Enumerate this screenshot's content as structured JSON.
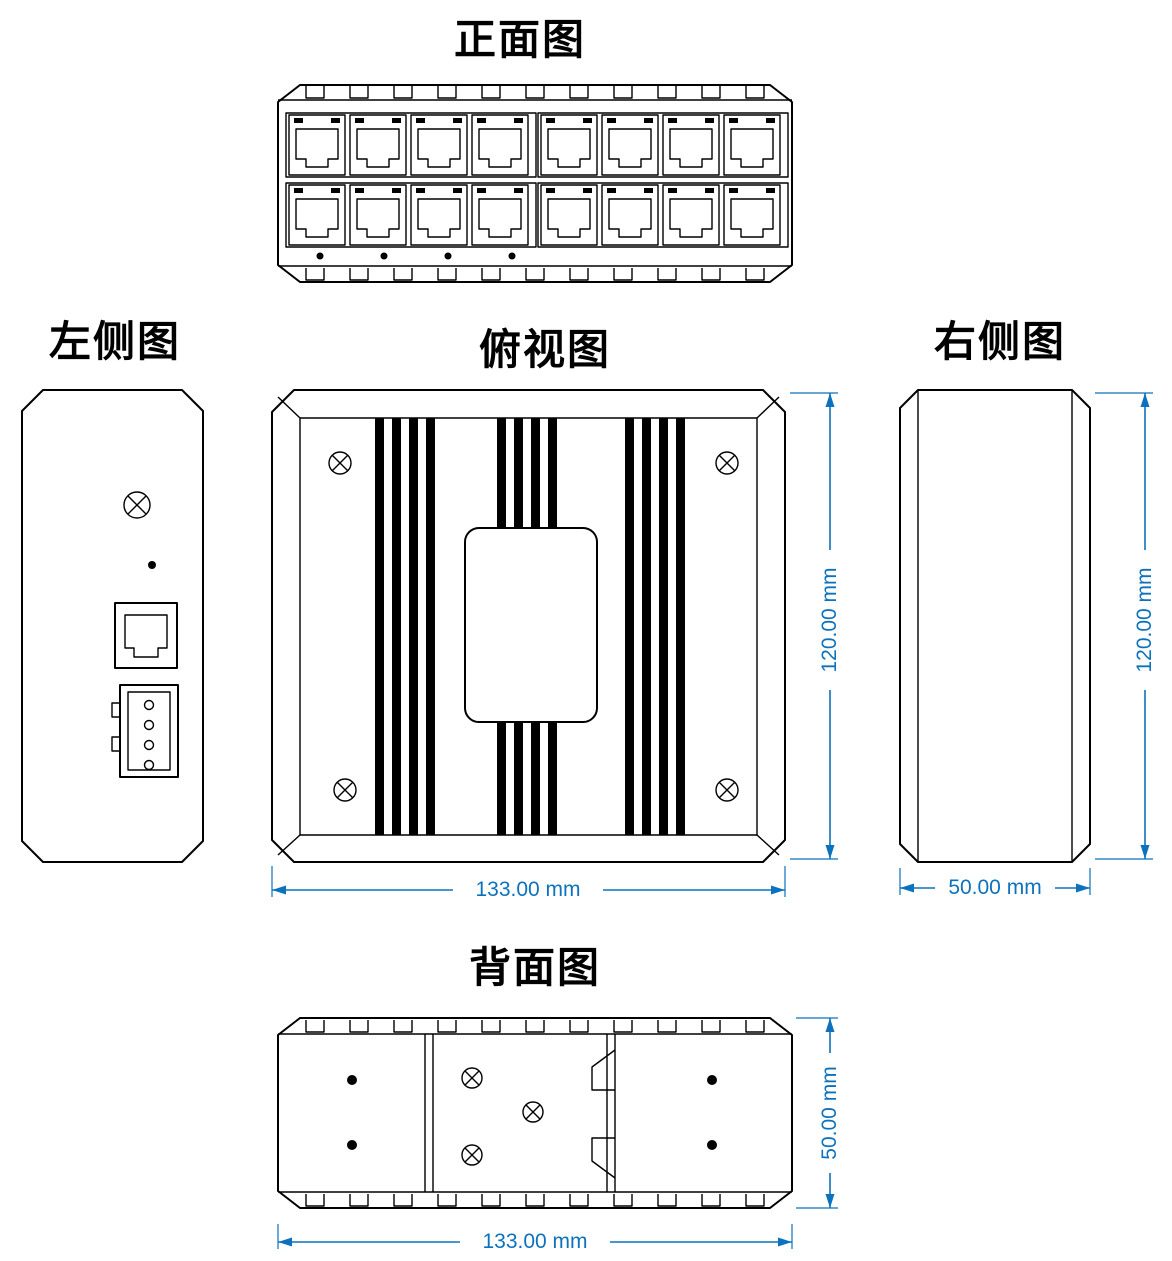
{
  "colors": {
    "line": "#000000",
    "dimension": "#0D72BD"
  },
  "views": {
    "front": {
      "title": "正面图"
    },
    "left": {
      "title": "左侧图"
    },
    "top": {
      "title": "俯视图",
      "width_label": "133.00 mm",
      "height_label": "120.00 mm"
    },
    "right": {
      "title": "右侧图",
      "width_label": "50.00 mm",
      "height_label": "120.00 mm"
    },
    "back": {
      "title": "背面图",
      "width_label": "133.00 mm",
      "height_label": "50.00 mm"
    }
  }
}
